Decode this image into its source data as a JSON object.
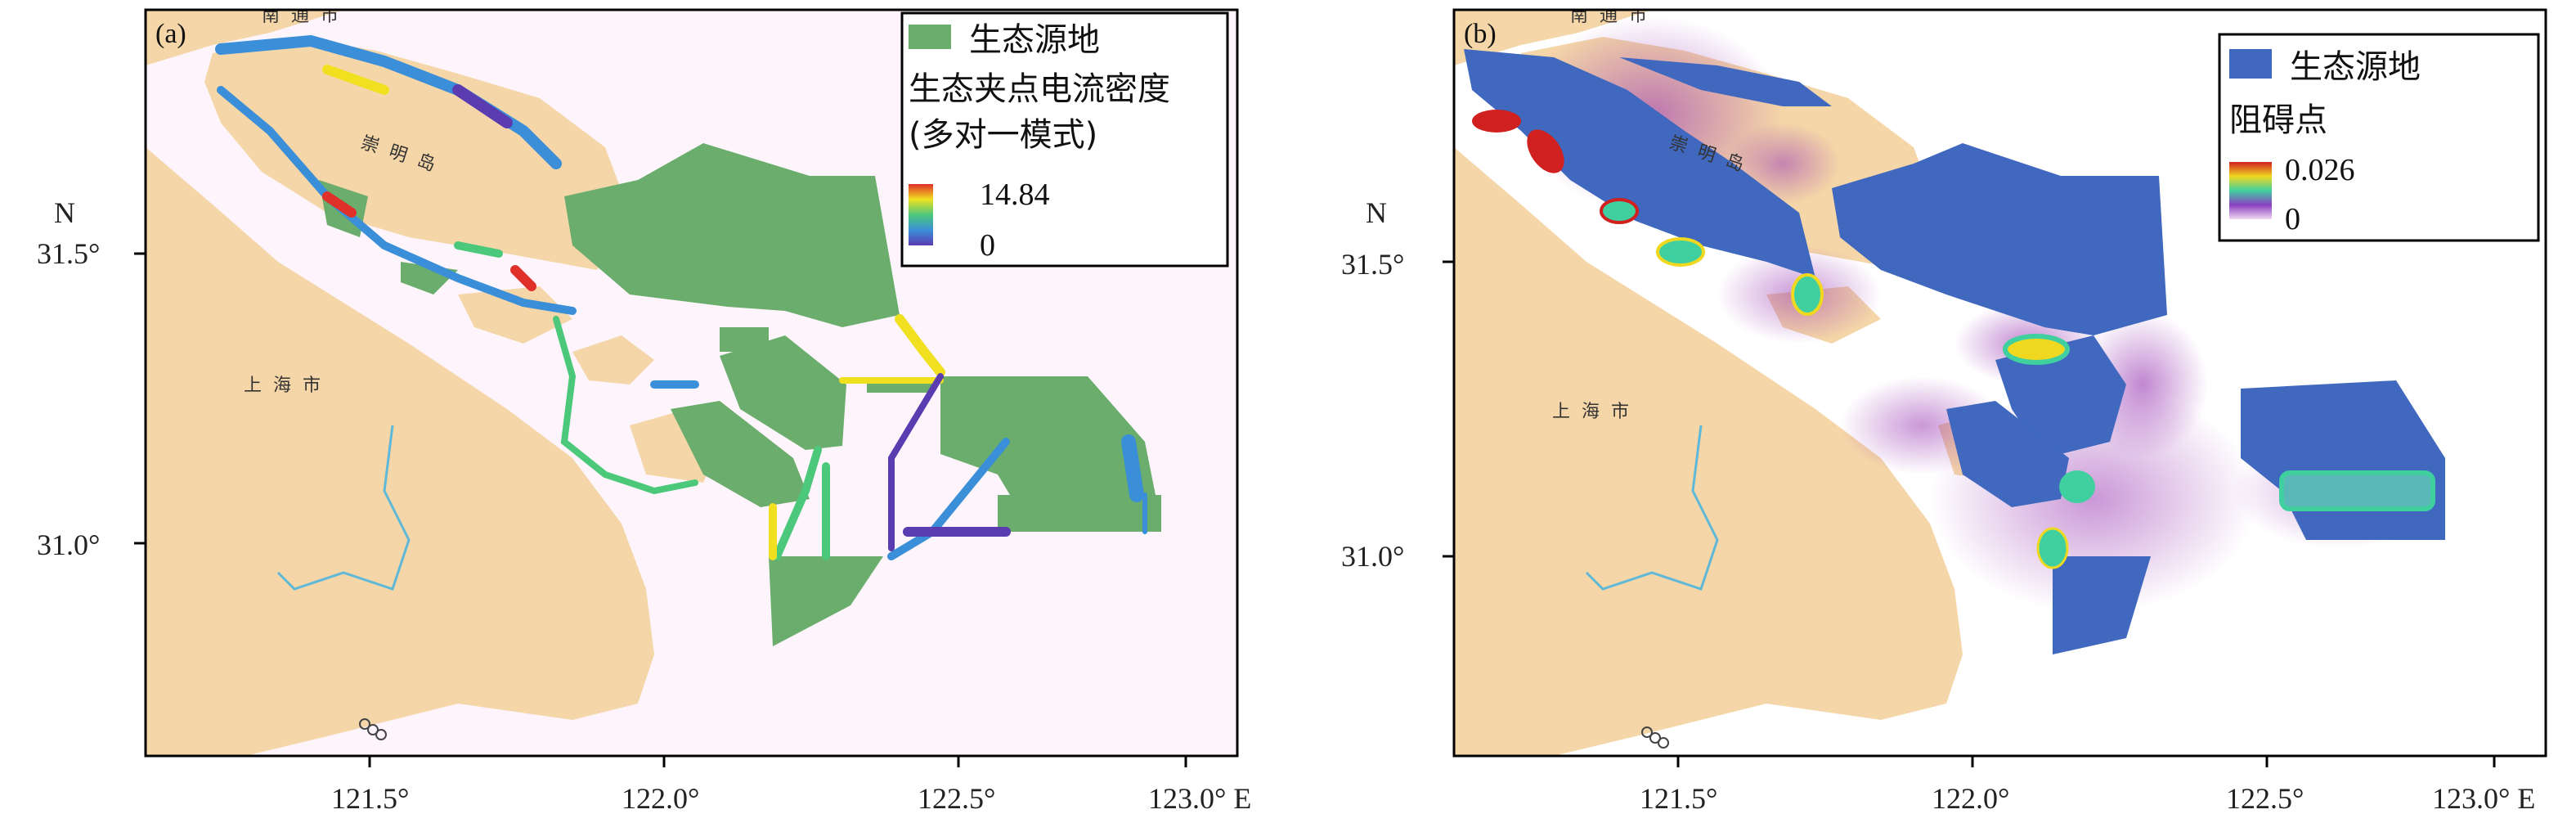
{
  "colors": {
    "land": "#f5d6a8",
    "water": "#fdf5fb",
    "river": "#5fb8d8",
    "source_a": "#6aad6c",
    "source_b": "#3f68be",
    "barrier": "#9c3fb5",
    "frame": "#000000"
  },
  "panel_a": {
    "label": "(a)",
    "places": {
      "nantong": "南通市",
      "chongming": "崇明岛",
      "shanghai": "上海市"
    },
    "legend": {
      "source": "生态源地",
      "title_line1": "生态夹点电流密度",
      "title_line2": "(多对一模式)",
      "max": "14.84",
      "min": "0"
    }
  },
  "panel_b": {
    "label": "(b)",
    "places": {
      "nantong": "南通市",
      "chongming": "崇明岛",
      "shanghai": "上海市"
    },
    "legend": {
      "source": "生态源地",
      "title": "阻碍点",
      "max": "0.026",
      "min": "0"
    }
  },
  "axes": {
    "x_ticks": [
      "121.5°",
      "122.0°",
      "122.5°",
      "123.0° E",
      "121.5°",
      "122.0°",
      "122.5°",
      "123.0° E"
    ],
    "y_label": "N",
    "y_ticks": [
      "31.5°",
      "31.0°",
      "31.5°",
      "31.0°"
    ]
  }
}
